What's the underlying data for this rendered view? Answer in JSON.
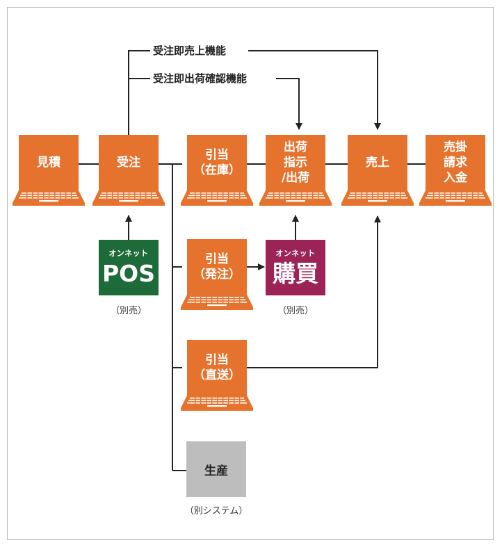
{
  "colors": {
    "process": "#e5732e",
    "pos": "#1e6b3a",
    "purchase": "#9b2356",
    "external": "#bdbdbd",
    "line": "#222222"
  },
  "functions": {
    "sales_on_order": "受注即売上機能",
    "ship_on_order": "受注即出荷確認機能"
  },
  "nodes": {
    "estimate": "見積",
    "order": "受注",
    "alloc_stock": "引当\n（在庫）",
    "shipping": "出荷\n指示\n/出荷",
    "sales": "売上",
    "receivable": "売掛\n請求\n入金",
    "alloc_order": "引当\n（発注）",
    "alloc_direct": "引当\n（直送）",
    "production": "生産"
  },
  "pos": {
    "sub": "オンネット",
    "main": "POS",
    "caption": "（別売）"
  },
  "purchase": {
    "sub": "オンネット",
    "main": "購買",
    "caption": "（別売）"
  },
  "production_caption": "（別システム）"
}
